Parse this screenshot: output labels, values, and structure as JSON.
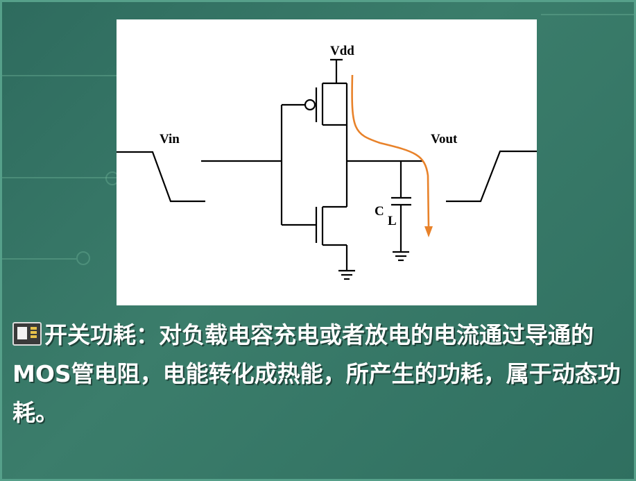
{
  "diagram": {
    "labels": {
      "vdd": "Vdd",
      "vin": "Vin",
      "vout": "Vout",
      "cap_main": "C",
      "cap_sub": "L"
    },
    "colors": {
      "wire": "#000000",
      "current_arrow": "#e8822a",
      "panel_background": "#ffffff"
    }
  },
  "caption": {
    "icon": "sd-card-icon",
    "text": "开关功耗：对负载电容充电或者放电的电流通过导通的MOS管电阻，电能转化成热能，所产生的功耗，属于动态功耗。"
  }
}
